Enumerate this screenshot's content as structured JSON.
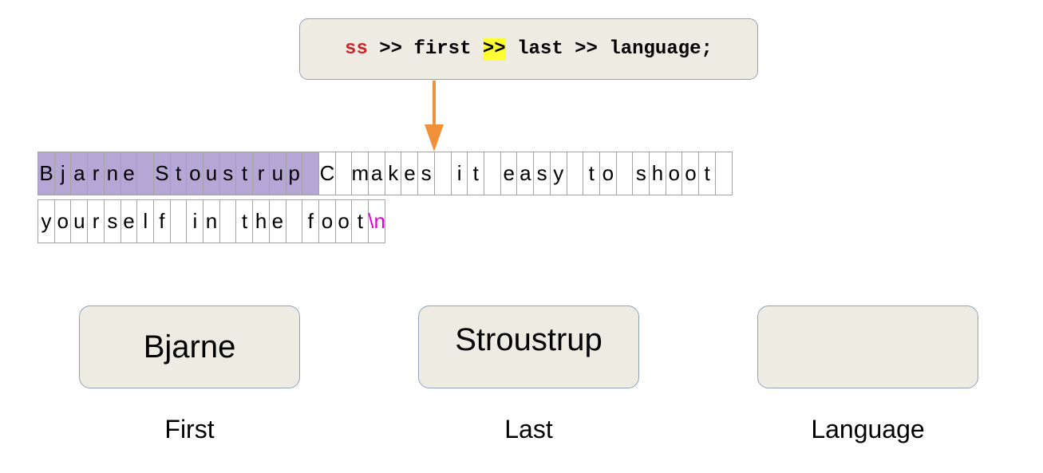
{
  "code": {
    "tokens": [
      {
        "text": "ss",
        "style": "var"
      },
      {
        "text": " >> first ",
        "style": "plain"
      },
      {
        "text": ">>",
        "style": "highlight"
      },
      {
        "text": " last >> language;",
        "style": "plain"
      }
    ]
  },
  "tape": {
    "rows": [
      {
        "cells": [
          "B",
          "j",
          "a",
          "r",
          "n",
          "e",
          " ",
          "S",
          "t",
          "o",
          "u",
          "s",
          "t",
          "r",
          "u",
          "p",
          " ",
          "C",
          " ",
          "m",
          "a",
          "k",
          "e",
          "s",
          " ",
          "i",
          "t",
          " ",
          "e",
          "a",
          "s",
          "y",
          " ",
          "t",
          "o",
          " ",
          "s",
          "h",
          "o",
          "o",
          "t",
          ""
        ],
        "highlight_count": 17
      },
      {
        "cells": [
          "y",
          "o",
          "u",
          "r",
          "s",
          "e",
          "l",
          "f",
          " ",
          "i",
          "n",
          " ",
          "t",
          "h",
          "e",
          " ",
          "f",
          "o",
          "o",
          "t",
          "\\n"
        ],
        "highlight_count": 0,
        "escape_cell": 20
      }
    ]
  },
  "variables": [
    {
      "id": "first",
      "value": "Bjarne",
      "label": "First"
    },
    {
      "id": "last",
      "value": "Stroustrup",
      "label": "Last"
    },
    {
      "id": "language",
      "value": "",
      "label": "Language"
    }
  ],
  "colors": {
    "highlight_cells": "#b4a7d6",
    "arrow": "#f0913a",
    "code_var": "#c62828",
    "code_highlight": "#ffff33",
    "escape_text": "#e000e0",
    "box_fill": "#eeebe3",
    "box_border": "#8fa3bc"
  }
}
